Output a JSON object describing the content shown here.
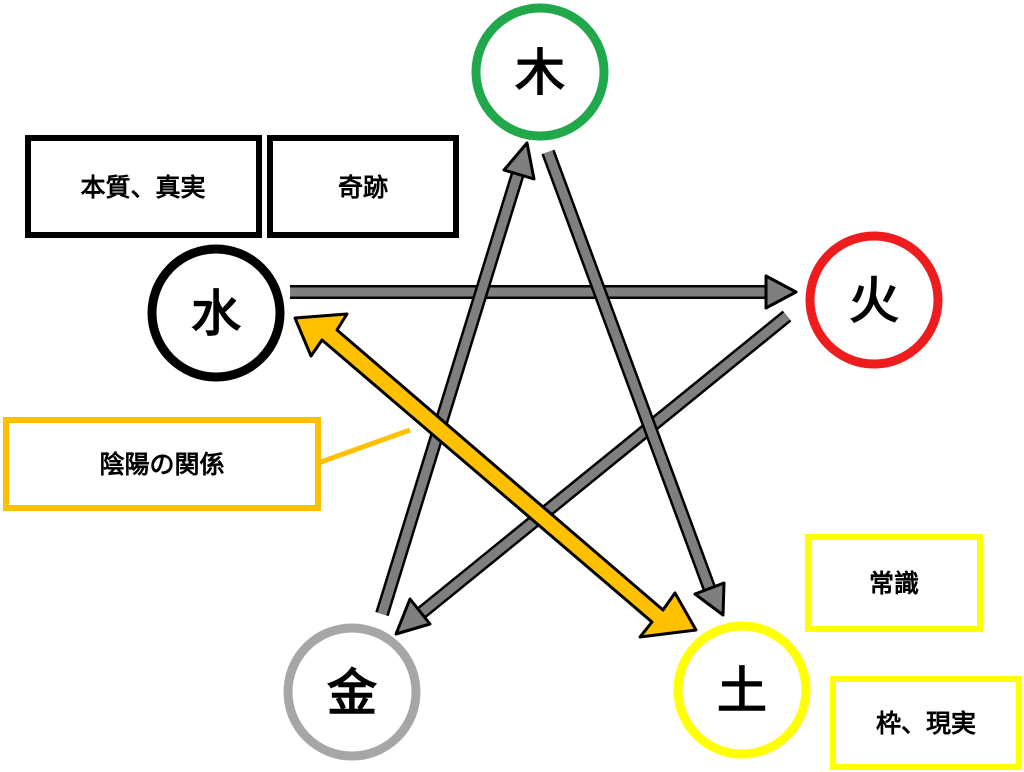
{
  "nodes": {
    "wood": {
      "label": "木",
      "color": "#21a84b"
    },
    "fire": {
      "label": "火",
      "color": "#ee1c1c"
    },
    "earth": {
      "label": "土",
      "color": "#ffff00"
    },
    "metal": {
      "label": "金",
      "color": "#a6a6a6"
    },
    "water": {
      "label": "水",
      "color": "#000000"
    }
  },
  "boxes": {
    "essence": {
      "label": "本質、真実",
      "color": "#000000"
    },
    "miracle": {
      "label": "奇跡",
      "color": "#000000"
    },
    "yinyang": {
      "label": "陰陽の関係",
      "color": "#ffc000"
    },
    "common": {
      "label": "常識",
      "color": "#ffff00"
    },
    "reality": {
      "label": "枠、現実",
      "color": "#ffff00"
    }
  },
  "colors": {
    "arrow": "#7f7f7f",
    "yinyang_arrow": "#ffc000"
  }
}
